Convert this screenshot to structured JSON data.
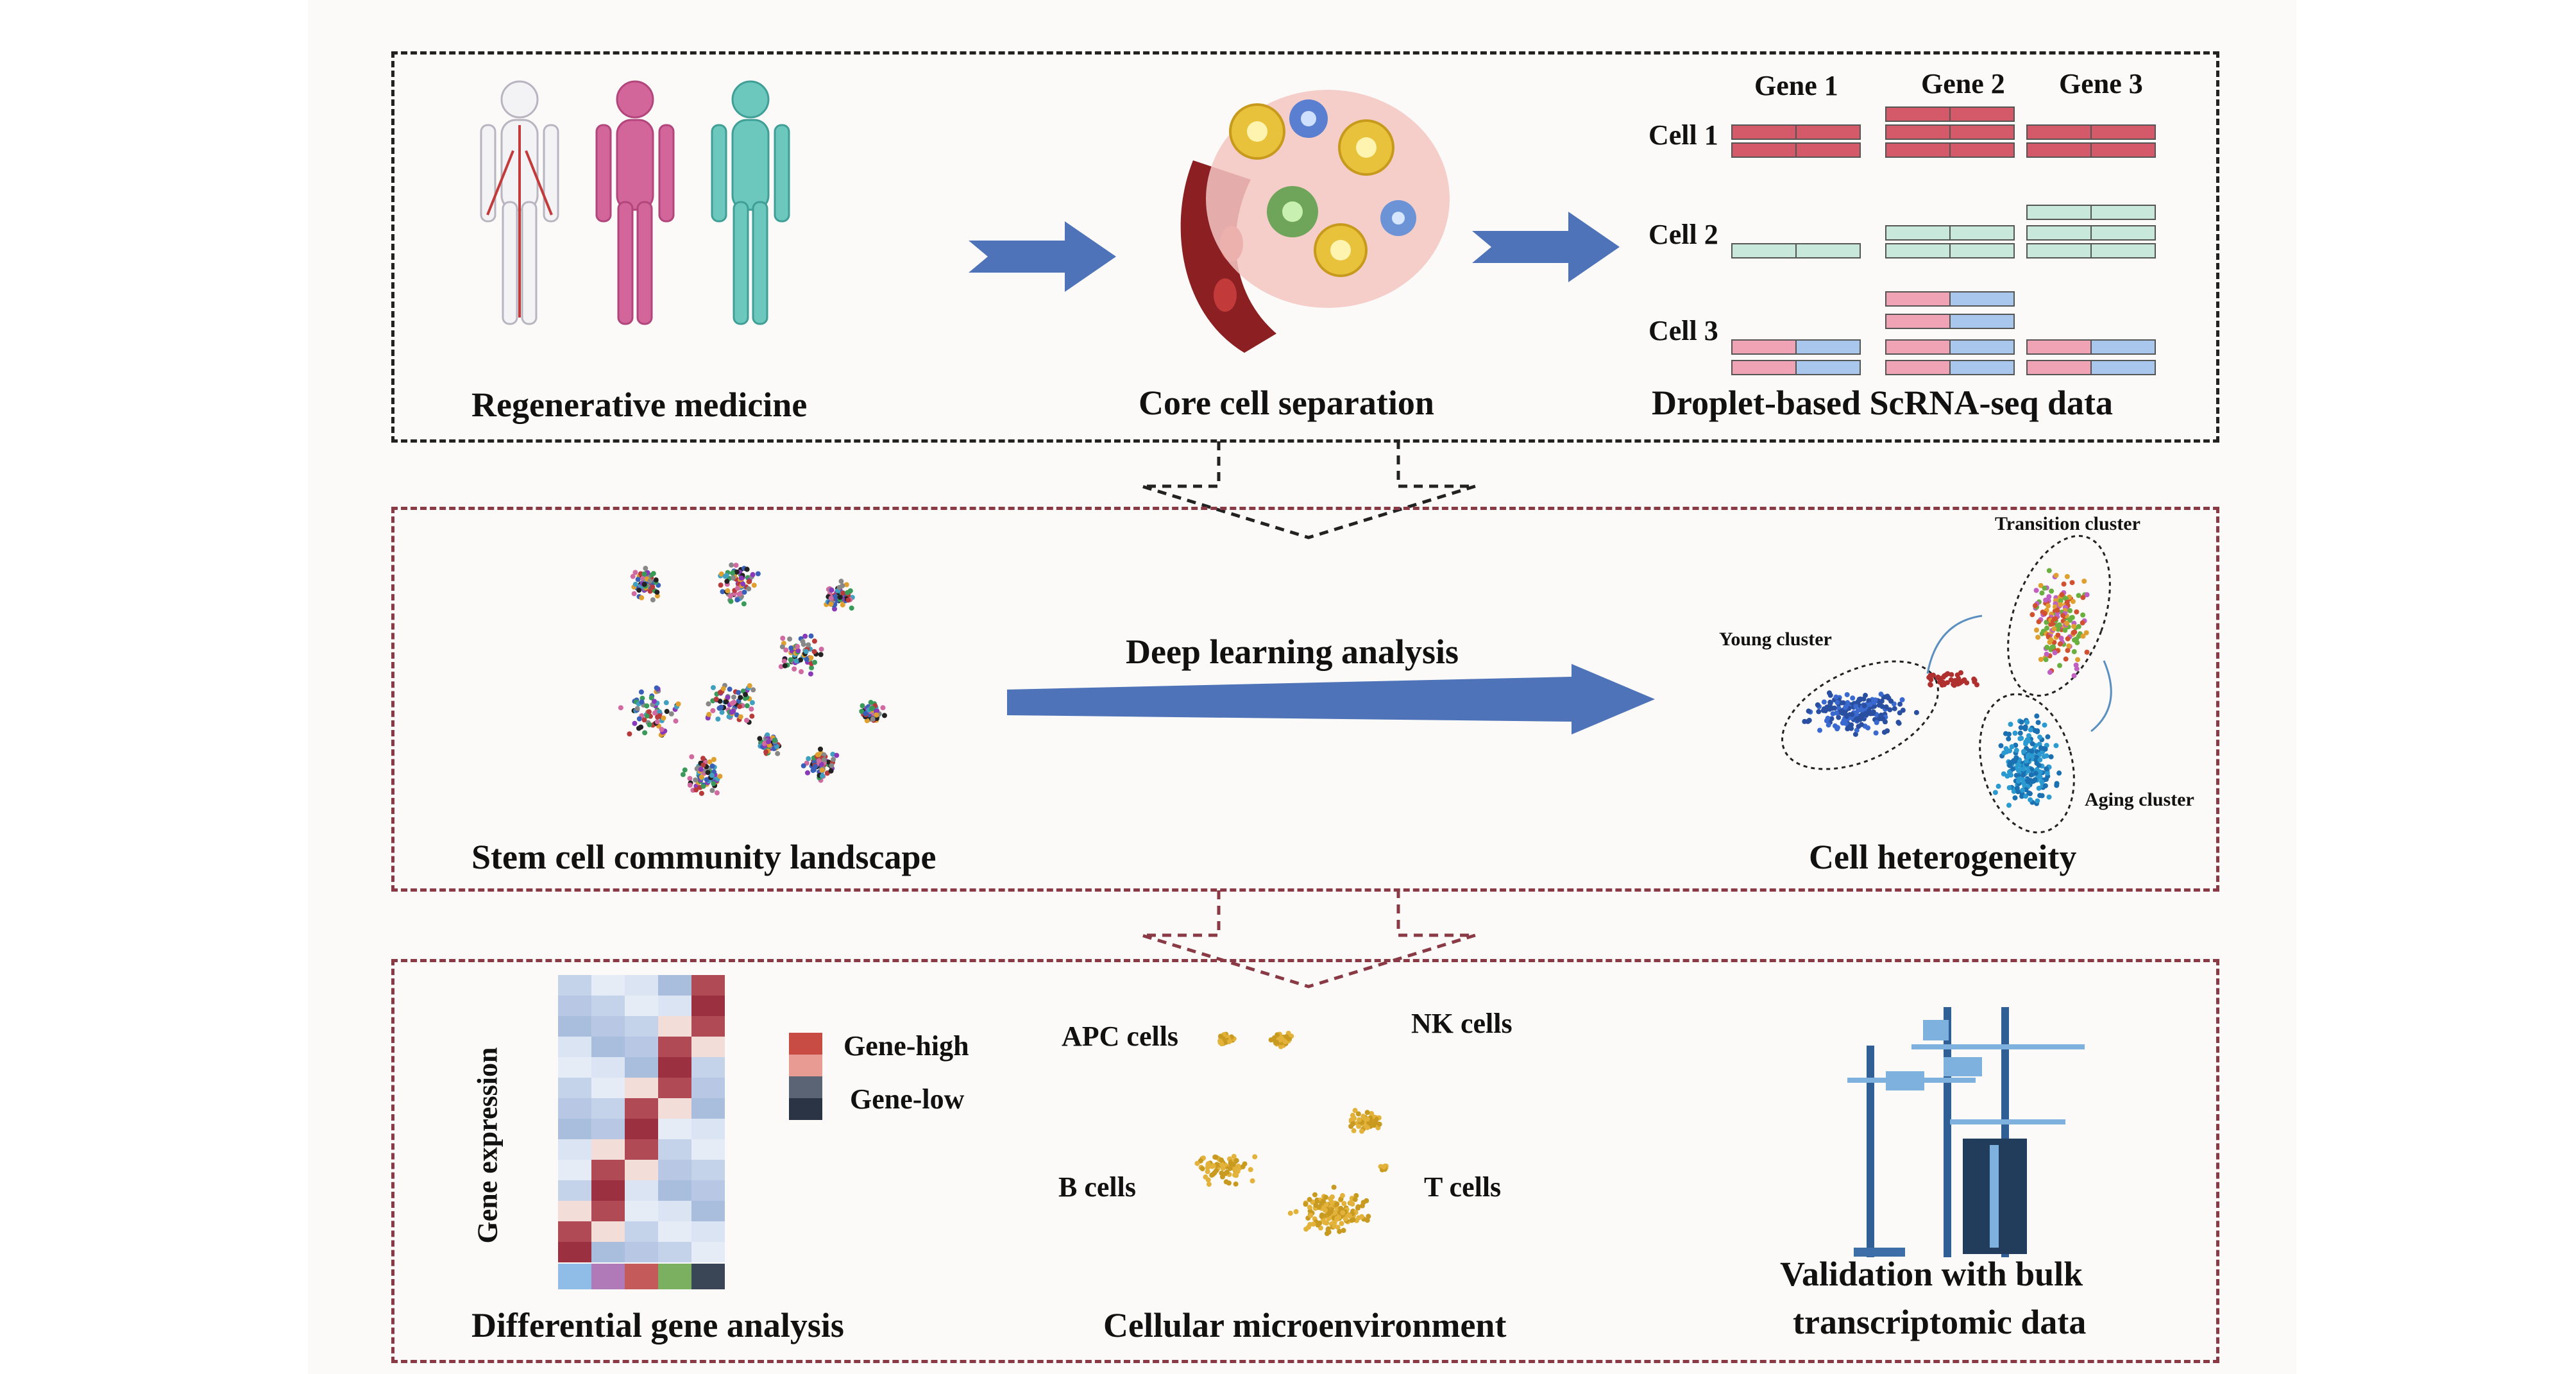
{
  "panel1": {
    "steps": [
      {
        "label": "Regenerative medicine"
      },
      {
        "label": "Core cell separation"
      },
      {
        "label": "Droplet-based ScRNA-seq data"
      }
    ],
    "genes": [
      "Gene 1",
      "Gene 2",
      "Gene 3"
    ],
    "cells": [
      "Cell 1",
      "Cell 2",
      "Cell 3"
    ],
    "colors": {
      "cell1": "#d45a6a",
      "cell2": "#c9e8dc",
      "cell3_left": "#f0a3b4",
      "cell3_right": "#a9c6ec",
      "arrow": "#4f73b8"
    }
  },
  "panel2": {
    "left_label": "Stem cell community landscape",
    "arrow_label": "Deep learning analysis",
    "right_label": "Cell heterogeneity",
    "clusters": [
      "Young cluster",
      "Transition cluster",
      "Aging cluster"
    ]
  },
  "panel3": {
    "heatmap_label": "Differential gene analysis",
    "y_axis_label": "Gene expression",
    "legend": [
      {
        "label": "Gene-high",
        "colors": [
          "#c94c44",
          "#e89b93"
        ]
      },
      {
        "label": "Gene-low",
        "colors": [
          "#5a6474",
          "#2b3444"
        ]
      }
    ],
    "micro_label": "Cellular microenvironment",
    "cell_types": [
      "APC cells",
      "NK cells",
      "B cells",
      "T cells"
    ],
    "validation_label_1": "Validation with bulk",
    "validation_label_2": "transcriptomic data"
  }
}
